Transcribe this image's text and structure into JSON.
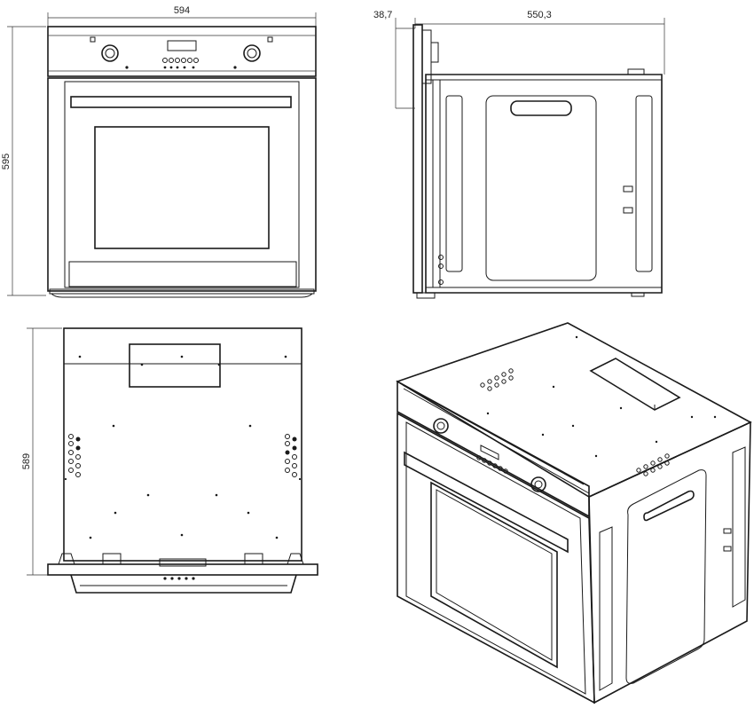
{
  "dimensions": {
    "front_width": "594",
    "front_height": "595",
    "side_front_depth": "38,7",
    "side_body_depth": "550,3",
    "top_depth": "589"
  },
  "views": [
    "front-view",
    "side-view",
    "top-view",
    "isometric-view"
  ]
}
